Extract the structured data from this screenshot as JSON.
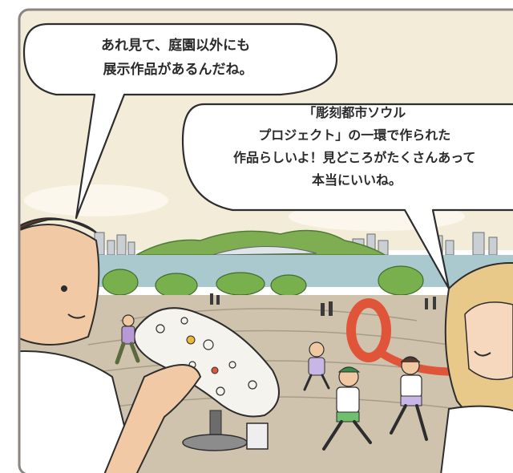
{
  "bubbles": [
    {
      "lines": [
        "あれ見て、庭園以外にも",
        "展示作品があるんだね。"
      ]
    },
    {
      "lines": [
        "「彫刻都市ソウル",
        "プロジェクト」の一環で作られた",
        "作品らしいよ！見どころがたくさんあって",
        "本当にいいね。"
      ]
    }
  ],
  "colors": {
    "panel_border": "#8a8580",
    "sky": "#f3ecd9",
    "river": "#a9c9cf",
    "hills": "#7fae52",
    "plaza": "#cfc3ad",
    "sculpture_red": "#e0553a"
  }
}
